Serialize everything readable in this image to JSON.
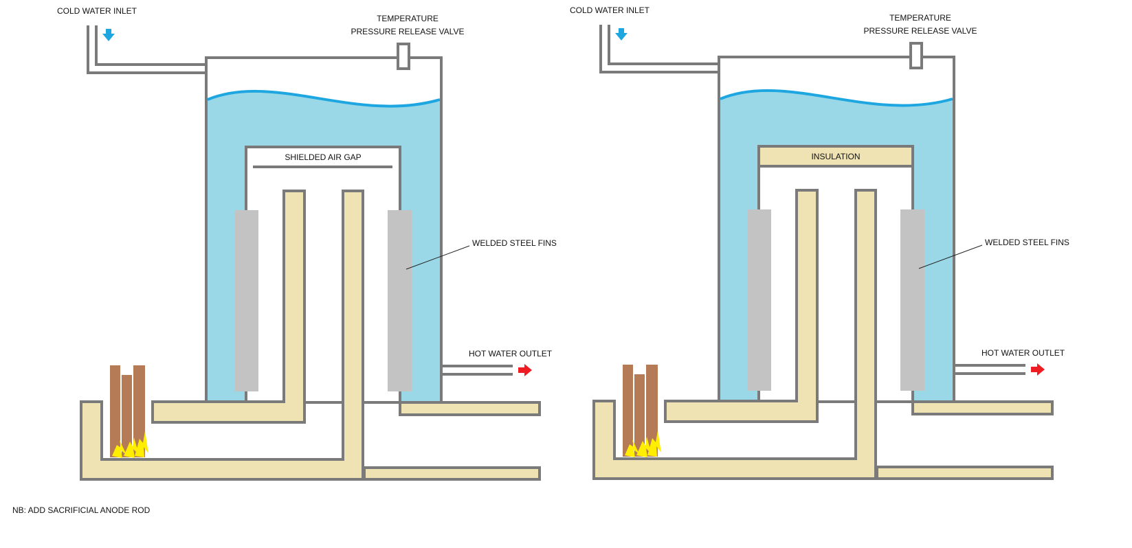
{
  "colors": {
    "water": "#9ad8e8",
    "water_surface": "#1ea6e0",
    "outline": "#7a7a7a",
    "insulation": "#efe3b4",
    "fins": "#c3c3c3",
    "wood": "#b57b56",
    "flame": "#ffee00",
    "inlet_arrow": "#1ea6e0",
    "outlet_arrow": "#ee1d23",
    "background": "#ffffff"
  },
  "left_diagram": {
    "cold_water_inlet": "COLD WATER INLET",
    "temperature": "TEMPERATURE",
    "pressure_release_valve": "PRESSURE RELEASE VALVE",
    "inner_label": "SHIELDED AIR GAP",
    "welded_steel_fins": "WELDED STEEL FINS",
    "hot_water_outlet": "HOT WATER OUTLET"
  },
  "right_diagram": {
    "cold_water_inlet": "COLD WATER INLET",
    "temperature": "TEMPERATURE",
    "pressure_release_valve": "PRESSURE RELEASE VALVE",
    "inner_label": "INSULATION",
    "welded_steel_fins": "WELDED STEEL FINS",
    "hot_water_outlet": "HOT WATER OUTLET"
  },
  "note": "NB: ADD SACRIFICIAL ANODE ROD"
}
